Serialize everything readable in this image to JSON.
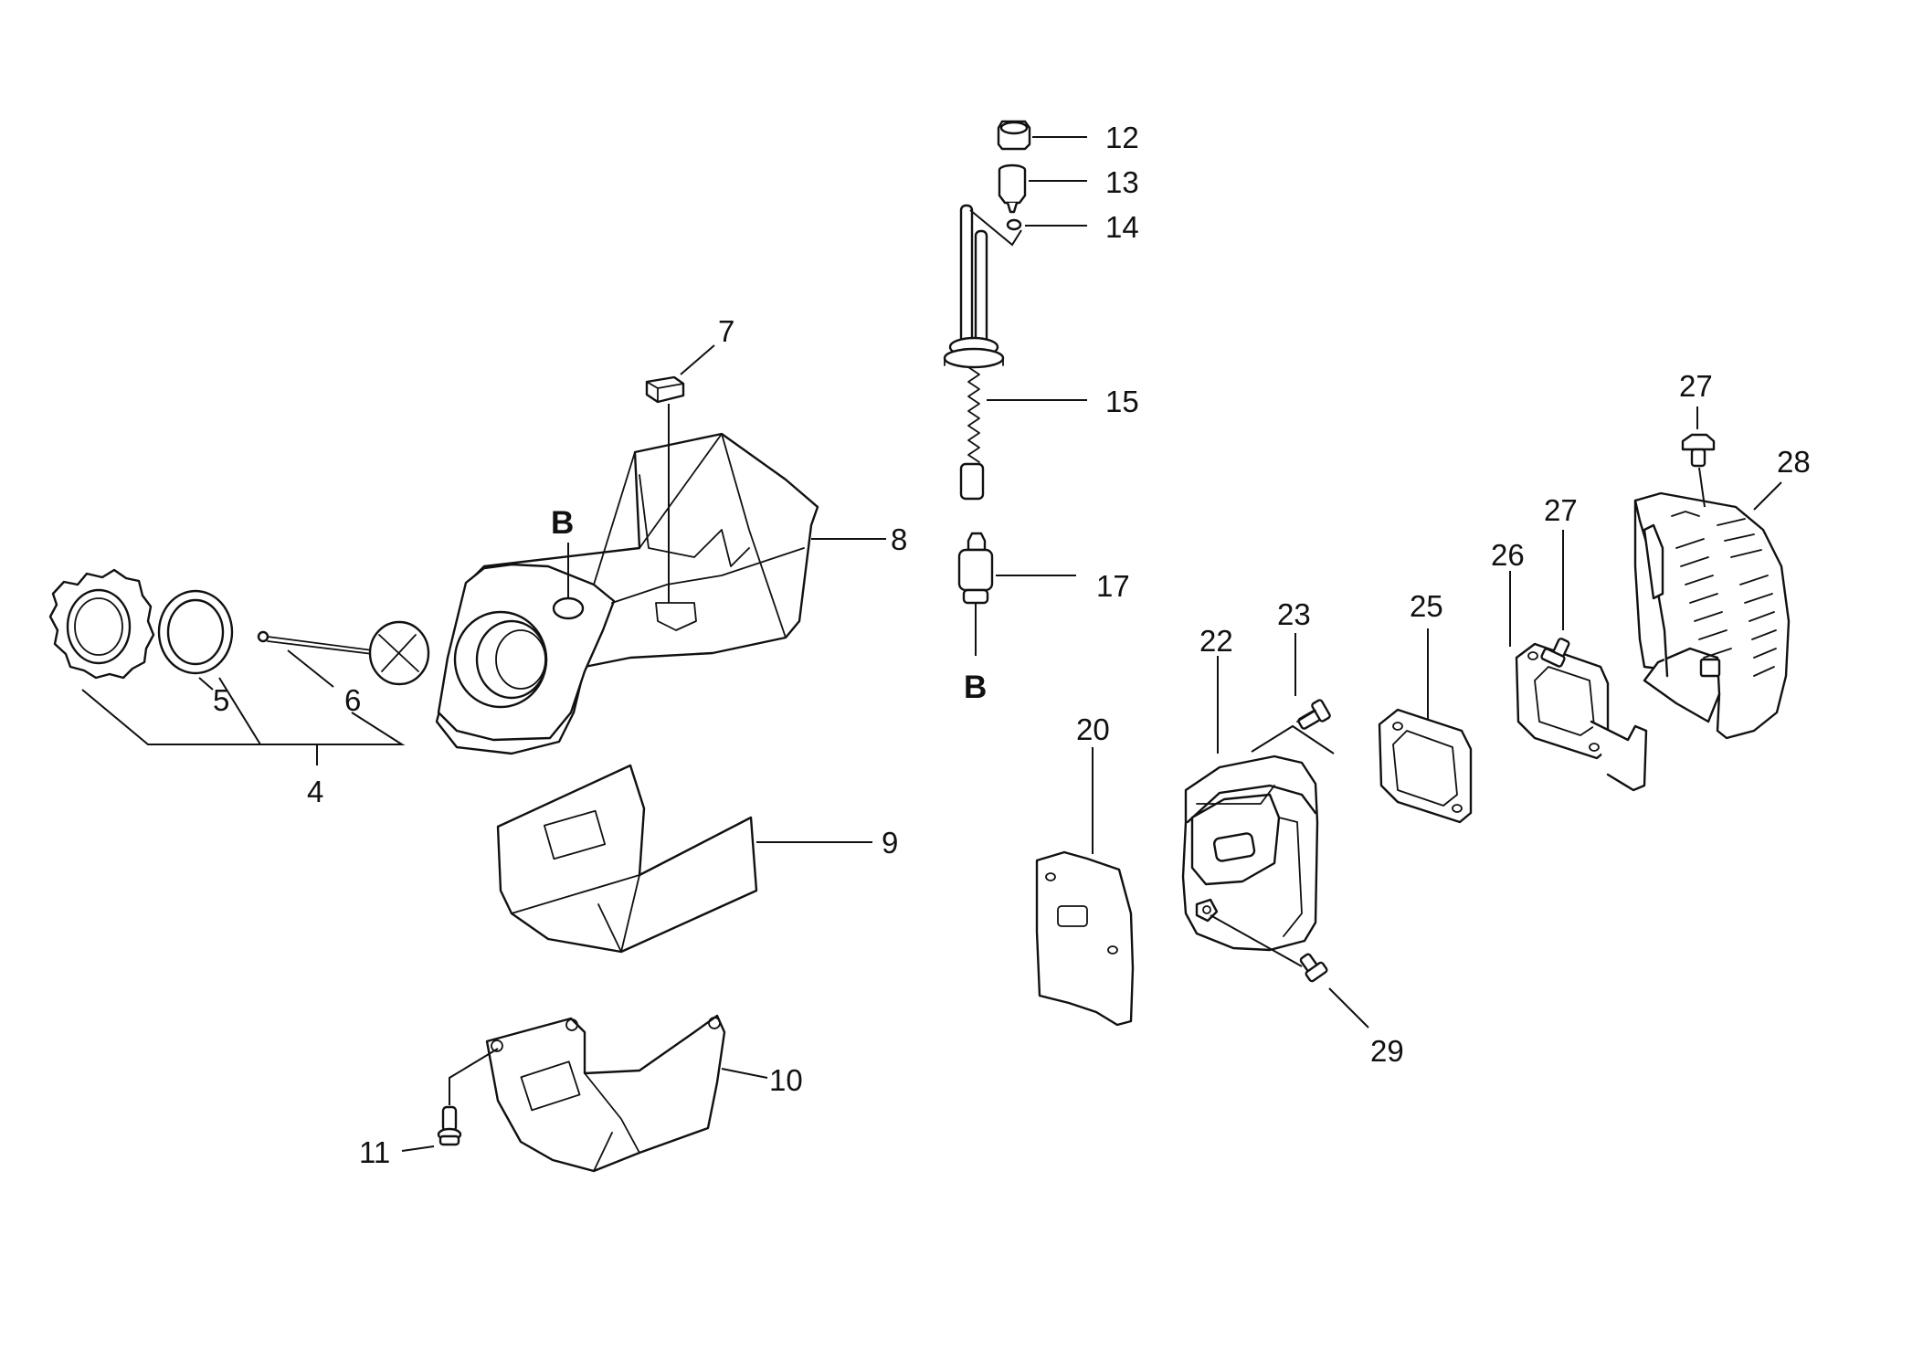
{
  "callouts": [
    "4",
    "5",
    "6",
    "7",
    "8",
    "9",
    "10",
    "11",
    "12",
    "13",
    "14",
    "15",
    "17",
    "20",
    "22",
    "23",
    "25",
    "26",
    "27",
    "27",
    "28",
    "29"
  ],
  "references": [
    "B",
    "B"
  ],
  "colors": {
    "line": "#111111",
    "background": "#ffffff"
  }
}
